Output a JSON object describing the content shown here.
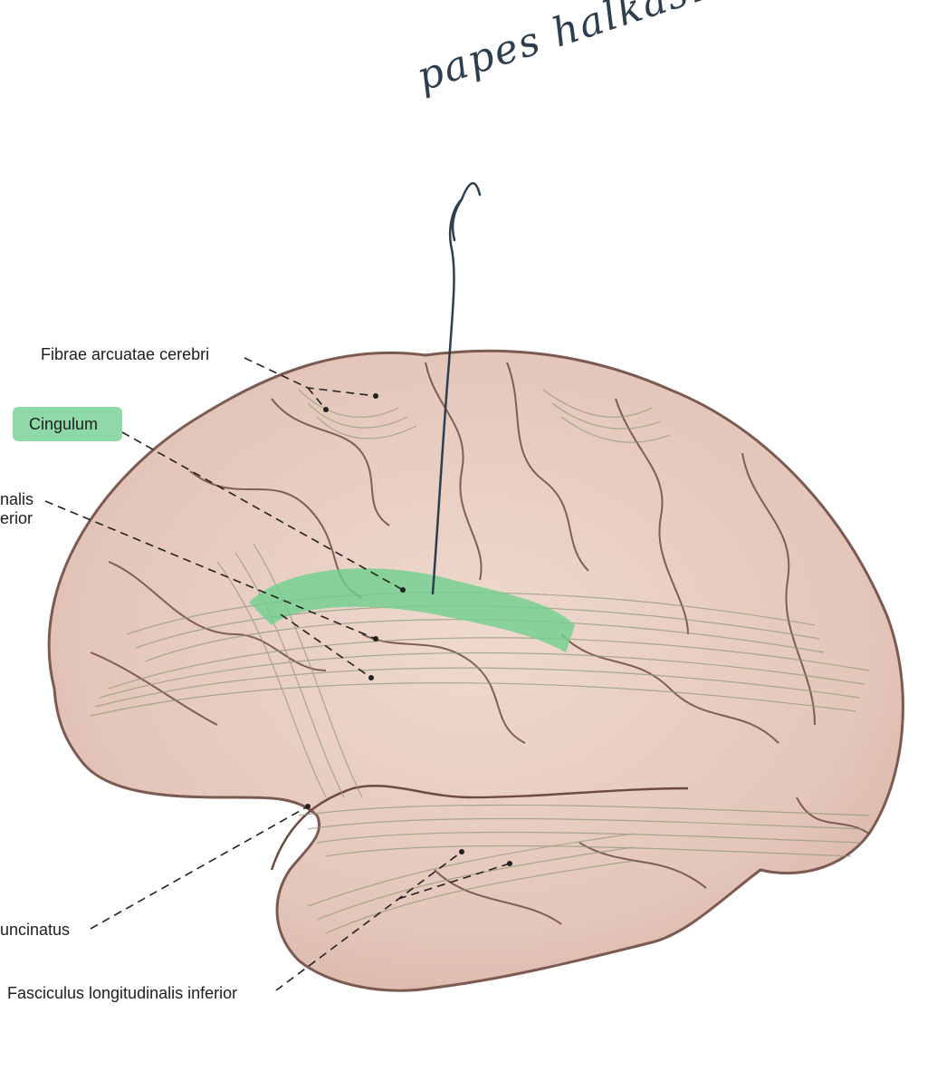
{
  "labels": {
    "fibrae_arcuatae": "Fibrae arcuatae cerebri",
    "cingulum": "Cingulum",
    "fasciculus_sup_line1": "nalis",
    "fasciculus_sup_line2": "erior",
    "uncinatus": "uncinatus",
    "longitudinalis_inferior": "Fasciculus longitudinalis inferior"
  },
  "annotation": {
    "handwritten": "papes halkası"
  },
  "colors": {
    "cingulum_highlight": "#6fcf8f",
    "brain_fill": "#e8cfc4",
    "fiber": "#8f9a78",
    "sulci": "#6e4a43",
    "leader_line": "#222222",
    "ink": "#2d3e4e"
  }
}
